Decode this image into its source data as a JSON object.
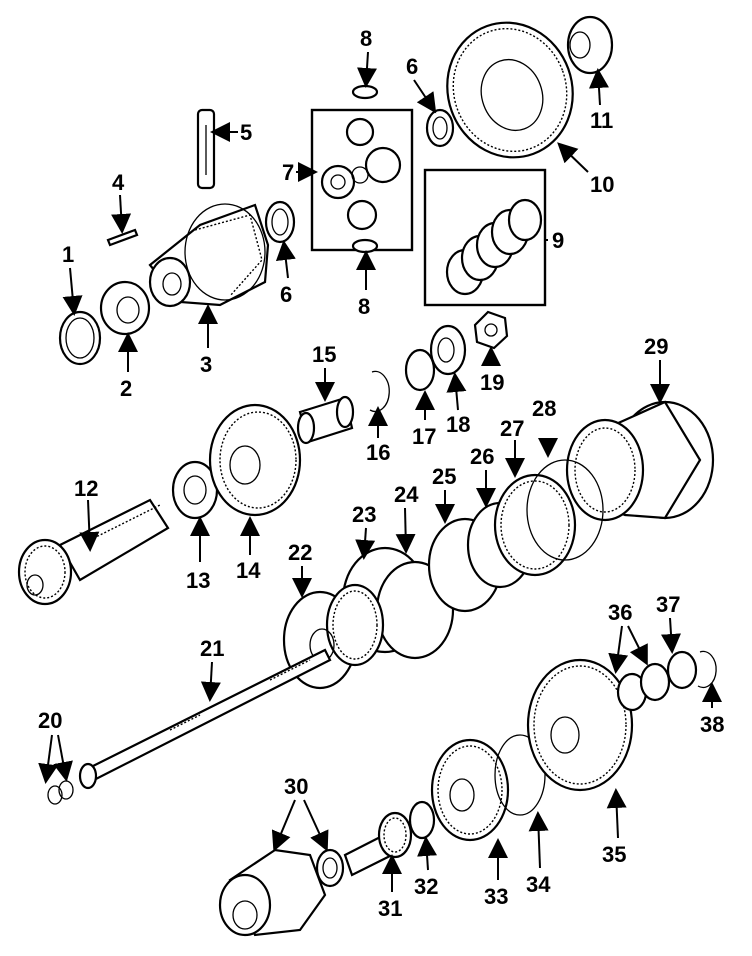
{
  "diagram": {
    "labels": {
      "p1": "1",
      "p2": "2",
      "p3": "3",
      "p4": "4",
      "p5": "5",
      "p6a": "6",
      "p6b": "6",
      "p7": "7",
      "p8a": "8",
      "p8b": "8",
      "p9": "9",
      "p10": "10",
      "p11": "11",
      "p12": "12",
      "p13": "13",
      "p14": "14",
      "p15": "15",
      "p16": "16",
      "p17": "17",
      "p18": "18",
      "p19": "19",
      "p20": "20",
      "p21": "21",
      "p22": "22",
      "p23": "23",
      "p24": "24",
      "p25": "25",
      "p26": "26",
      "p27": "27",
      "p28": "28",
      "p29": "29",
      "p30": "30",
      "p31": "31",
      "p32": "32",
      "p33": "33",
      "p34": "34",
      "p35": "35",
      "p36": "36",
      "p37": "37",
      "p38": "38"
    }
  }
}
